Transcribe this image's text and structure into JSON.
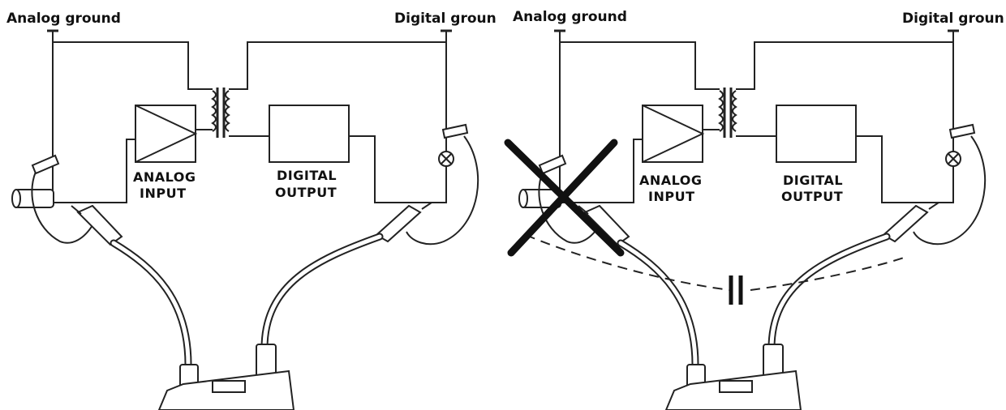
{
  "left": {
    "analog_ground": "Analog ground",
    "digital_ground": "Digital groun",
    "analog_input": [
      "ANALOG",
      "INPUT"
    ],
    "digital_output": [
      "DIGITAL",
      "OUTPUT"
    ]
  },
  "right": {
    "analog_ground": "Analog ground",
    "digital_ground": "Digital groun",
    "analog_input": [
      "ANALOG",
      "INPUT"
    ],
    "digital_output": [
      "DIGITAL",
      "OUTPUT"
    ],
    "cross_icon": "x-mark-icon",
    "capacitor_icon": "capacitor-icon"
  }
}
